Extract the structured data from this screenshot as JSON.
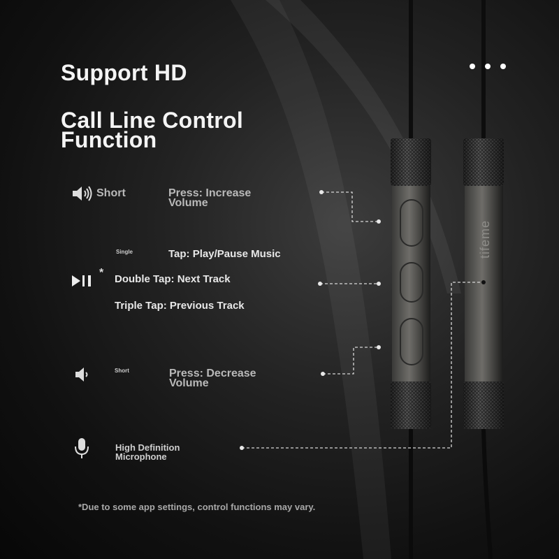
{
  "header": {
    "title_line1": "Support HD",
    "title_line2": "Call Line Control Function"
  },
  "menu": {
    "icon": "more-dots-icon"
  },
  "controls": [
    {
      "icon": "volume-up-icon",
      "prefix": "Short",
      "label": "Press: Increase Volume"
    },
    {
      "icon": "play-pause-icon",
      "asterisk": "*",
      "prefix": "Single",
      "tap_single": "Tap: Play/Pause Music",
      "tap_double": "Double Tap: Next Track",
      "tap_triple": "Triple Tap: Previous Track"
    },
    {
      "icon": "volume-down-icon",
      "prefix": "Short",
      "label": "Press: Decrease Volume"
    },
    {
      "icon": "microphone-icon",
      "label": "High Definition Microphone"
    }
  ],
  "product": {
    "brand": "tifeme"
  },
  "footnote": "*Due to some app settings, control functions may vary."
}
